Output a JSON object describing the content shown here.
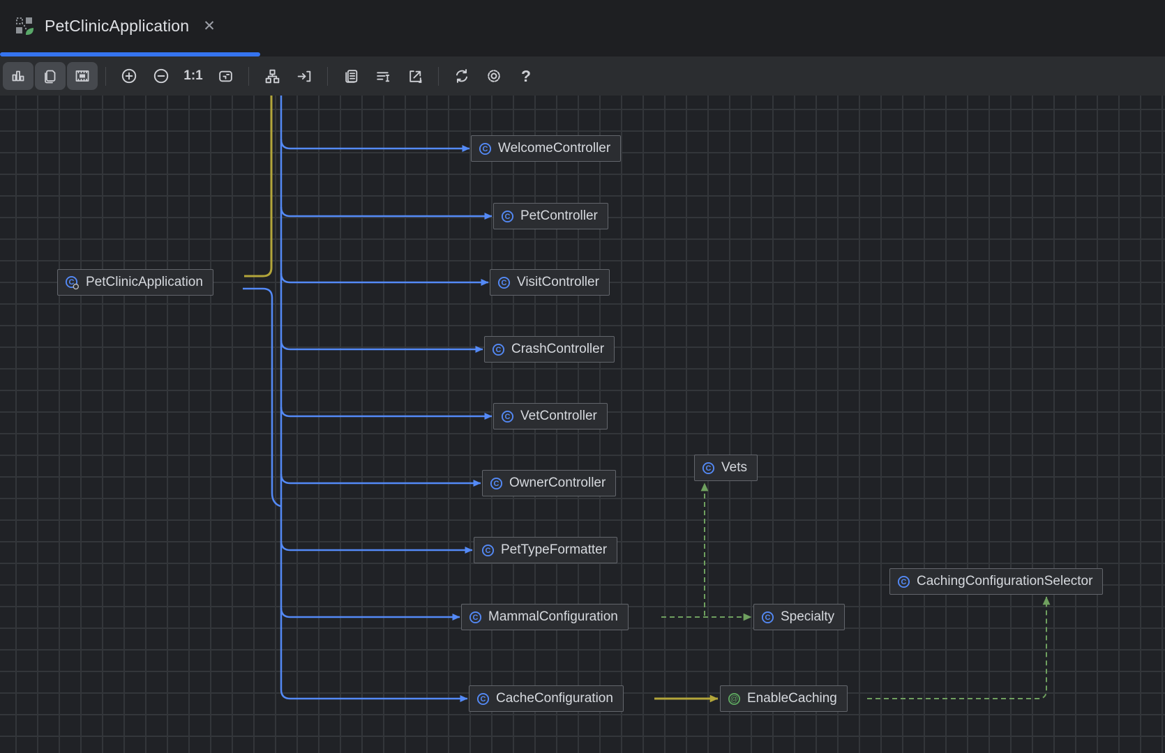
{
  "tab": {
    "title": "PetClinicApplication",
    "close_label": "✕",
    "icon": "spring-diagram-icon",
    "accent_color": "#3574f0"
  },
  "toolbar": {
    "buttons": [
      {
        "icon": "bar-chart-icon",
        "active": true
      },
      {
        "icon": "copy-page-icon",
        "active": true
      },
      {
        "icon": "filmstrip-icon",
        "active": true
      },
      {
        "icon": "zoom-in-icon",
        "active": false
      },
      {
        "icon": "zoom-out-icon",
        "active": false
      },
      {
        "icon": "actual-size-label",
        "label": "1:1",
        "active": false
      },
      {
        "icon": "fit-content-icon",
        "active": false
      },
      {
        "icon": "hierarchic-layout-icon",
        "active": false
      },
      {
        "icon": "apply-layout-icon",
        "active": false
      },
      {
        "icon": "copy-diagram-icon",
        "active": false
      },
      {
        "icon": "edge-labels-icon",
        "active": false
      },
      {
        "icon": "export-icon",
        "active": false
      },
      {
        "icon": "refresh-icon",
        "active": false
      },
      {
        "icon": "settings-gear-icon",
        "active": false
      },
      {
        "icon": "help-label",
        "label": "?",
        "active": false
      }
    ],
    "actual_size_label": "1:1",
    "help_label": "?"
  },
  "diagram": {
    "nodes": [
      {
        "label": "PetClinicApplication",
        "icon": "class-icon",
        "badge": "run-overlay"
      },
      {
        "label": "WelcomeController",
        "icon": "class-icon"
      },
      {
        "label": "PetController",
        "icon": "class-icon"
      },
      {
        "label": "VisitController",
        "icon": "class-icon"
      },
      {
        "label": "CrashController",
        "icon": "class-icon"
      },
      {
        "label": "VetController",
        "icon": "class-icon"
      },
      {
        "label": "OwnerController",
        "icon": "class-icon"
      },
      {
        "label": "PetTypeFormatter",
        "icon": "class-icon"
      },
      {
        "label": "MammalConfiguration",
        "icon": "class-icon"
      },
      {
        "label": "CacheConfiguration",
        "icon": "class-icon"
      },
      {
        "label": "Vets",
        "icon": "class-icon"
      },
      {
        "label": "Specialty",
        "icon": "class-icon"
      },
      {
        "label": "CachingConfigurationSelector",
        "icon": "class-icon"
      },
      {
        "label": "EnableCaching",
        "icon": "annotation-icon"
      }
    ],
    "edges": [
      {
        "from": "PetClinicApplication",
        "to": "offscreen-top",
        "style": "solid",
        "color": "#b3a63a"
      },
      {
        "from": "PetClinicApplication",
        "to": "WelcomeController",
        "style": "solid",
        "color": "#548af7"
      },
      {
        "from": "PetClinicApplication",
        "to": "PetController",
        "style": "solid",
        "color": "#548af7"
      },
      {
        "from": "PetClinicApplication",
        "to": "VisitController",
        "style": "solid",
        "color": "#548af7"
      },
      {
        "from": "PetClinicApplication",
        "to": "CrashController",
        "style": "solid",
        "color": "#548af7"
      },
      {
        "from": "PetClinicApplication",
        "to": "VetController",
        "style": "solid",
        "color": "#548af7"
      },
      {
        "from": "PetClinicApplication",
        "to": "OwnerController",
        "style": "solid",
        "color": "#548af7"
      },
      {
        "from": "PetClinicApplication",
        "to": "PetTypeFormatter",
        "style": "solid",
        "color": "#548af7"
      },
      {
        "from": "PetClinicApplication",
        "to": "MammalConfiguration",
        "style": "solid",
        "color": "#548af7"
      },
      {
        "from": "PetClinicApplication",
        "to": "CacheConfiguration",
        "style": "solid",
        "color": "#548af7"
      },
      {
        "from": "CacheConfiguration",
        "to": "EnableCaching",
        "style": "solid",
        "color": "#b3a63a"
      },
      {
        "from": "MammalConfiguration",
        "to": "Specialty",
        "style": "dashed",
        "color": "#6fa05f"
      },
      {
        "from": "MammalConfiguration",
        "to": "Vets",
        "style": "dashed",
        "color": "#6fa05f"
      },
      {
        "from": "EnableCaching",
        "to": "CachingConfigurationSelector",
        "style": "dashed",
        "color": "#6fa05f"
      }
    ],
    "colors": {
      "edge_blue": "#548af7",
      "edge_yellow": "#b3a63a",
      "edge_green": "#6fa05f",
      "node_background": "#2b2d31",
      "node_border": "#63666c",
      "canvas_background": "#202226",
      "grid_line": "#33363a",
      "class_icon_blue": "#548af7",
      "annotation_icon_green": "#5da75f"
    },
    "grid_visible": true
  }
}
